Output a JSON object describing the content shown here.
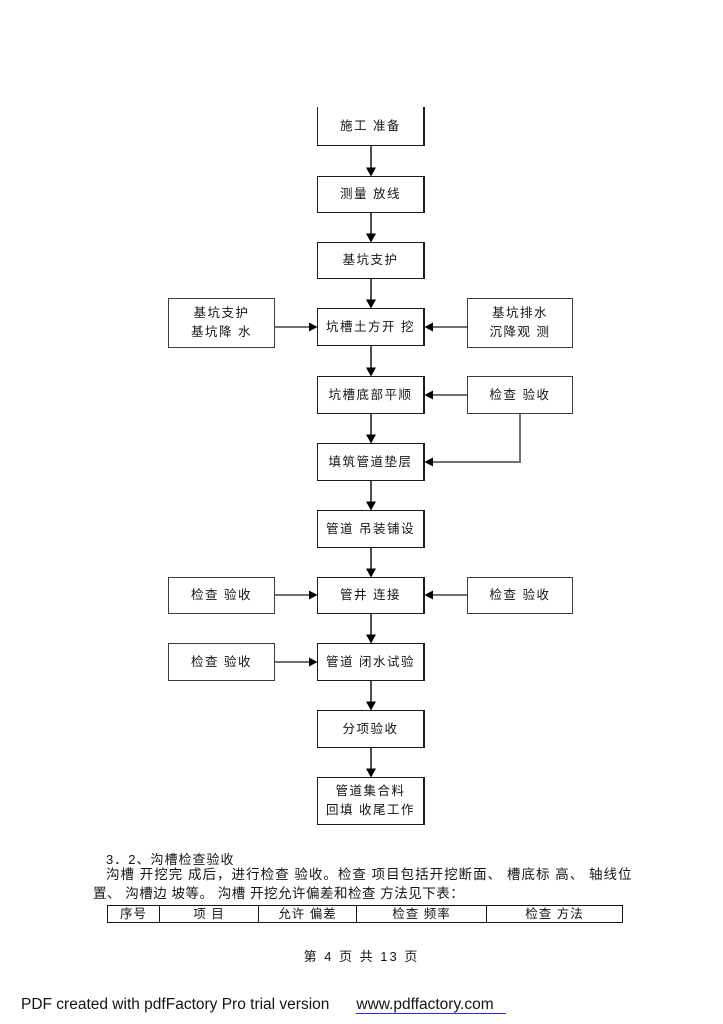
{
  "flowchart": {
    "nodes": {
      "m0": "施工 准备",
      "m1": "测量 放线",
      "m2": "基坑支护",
      "m3": "坑槽土方开 挖",
      "m4": "坑槽底部平顺",
      "m5": "填筑管道垫层",
      "m6": "管道 吊装铺设",
      "m7": "管井 连接",
      "m8": "管道 闭水试验",
      "m9": "分项验收",
      "m10": "管道集合料\n回填 收尾工作",
      "s0": "基坑支护\n基坑降 水",
      "s1": "基坑排水\n沉降观 测",
      "s2": "检查 验收",
      "s3": "检查 验收",
      "s4": "检查 验收",
      "s5": "检查 验收"
    }
  },
  "section": {
    "heading": "3．2、沟槽检查验收",
    "paragraph": "沟槽 开挖完 成后，进行检查 验收。检查 项目包括开挖断面、 槽底标 高、 轴线位置、 沟槽边 坡等。 沟槽 开挖允许偏差和检查 方法见下表："
  },
  "table": {
    "headers": [
      "序号",
      "项 目",
      "允许 偏差",
      "检查 频率",
      "检查 方法"
    ]
  },
  "footer": {
    "page_info": "第 4 页 共 13 页",
    "pdf_note": "PDF created with pdfFactory Pro trial version",
    "pdf_link": "www.pdffactory.com"
  }
}
